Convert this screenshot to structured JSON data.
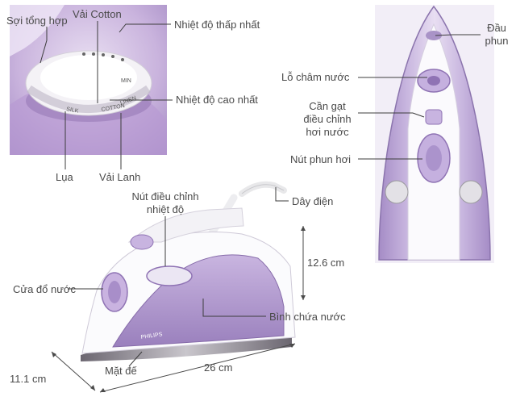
{
  "dial_photo": {
    "labels": {
      "synthetic": "Sợi tổng hợp",
      "cotton": "Vải Cotton",
      "lowest_temp": "Nhiệt độ thấp nhất",
      "highest_temp": "Nhiệt độ cao nhất",
      "silk": "Lụa",
      "linen": "Vải Lanh"
    },
    "dial_marks": {
      "min": "MIN",
      "cotton": "COTTON",
      "silk": "SILK",
      "linen": "LINEN"
    }
  },
  "front_view": {
    "labels": {
      "nozzle": "Đầu phun",
      "spray_hole": "Lỗ châm nước",
      "steam_lever": "Cần gạt điều chỉnh hơi nước",
      "spray_button": "Nút phun hơi"
    }
  },
  "side_view": {
    "labels": {
      "temp_knob": "Nút điều chỉnh nhiệt độ",
      "cord": "Dây điện",
      "fill_door": "Cửa đổ nước",
      "water_tank": "Bình chứa nước",
      "soleplate": "Mặt đế"
    },
    "dimensions": {
      "height": "12.6 cm",
      "length": "26 cm",
      "width": "11.1 cm"
    },
    "brand": "PHILIPS"
  },
  "colors": {
    "lavender": "#b79fd4",
    "lavender_dark": "#8f73b4",
    "lavender_light": "#dccdea",
    "white_body": "#f7f6fa",
    "leader_line": "#3d3d3d",
    "text": "#4a4a4a"
  }
}
